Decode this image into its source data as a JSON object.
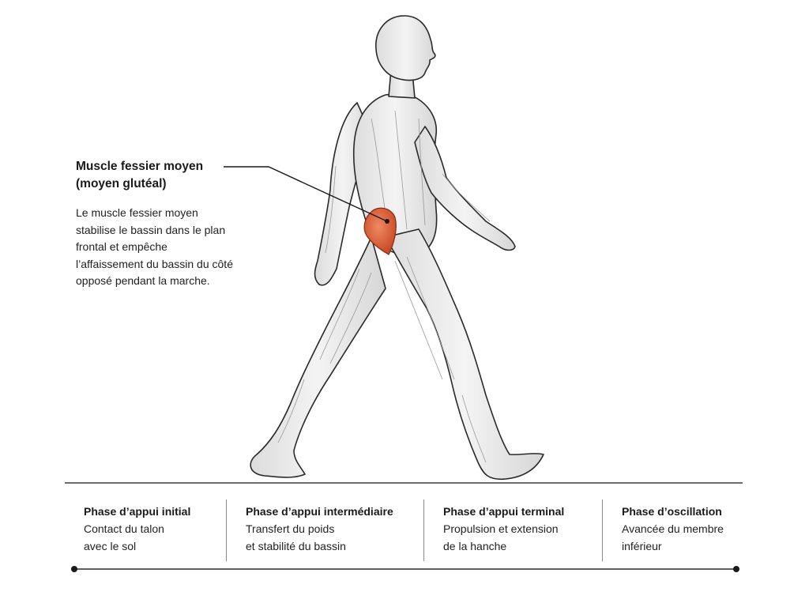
{
  "callout": {
    "title": "Muscle fessier moyen (moyen glutéal)",
    "description": "Le muscle fessier moyen stabilise le bassin dans le plan frontal et empêche l’affaissement du bassin du côté opposé pendant la marche."
  },
  "phases": [
    {
      "title": "Phase d’appui initial",
      "line1": "Contact du talon",
      "line2": "avec le sol"
    },
    {
      "title": "Phase d’appui intermédiaire",
      "line1": "Transfert du poids",
      "line2": "et stabilité du bassin"
    },
    {
      "title": "Phase d’appui terminal",
      "line1": "Propulsion et extension",
      "line2": "de la hanche"
    },
    {
      "title": "Phase d’oscillation",
      "line1": "Avancée du membre",
      "line2": "inférieur"
    }
  ],
  "colors": {
    "highlight_muscle": "#e0603a",
    "body_fill": "#ececec",
    "outline": "#2a2a2a"
  },
  "icons": {
    "figure": "walking-human-anatomy-figure"
  }
}
